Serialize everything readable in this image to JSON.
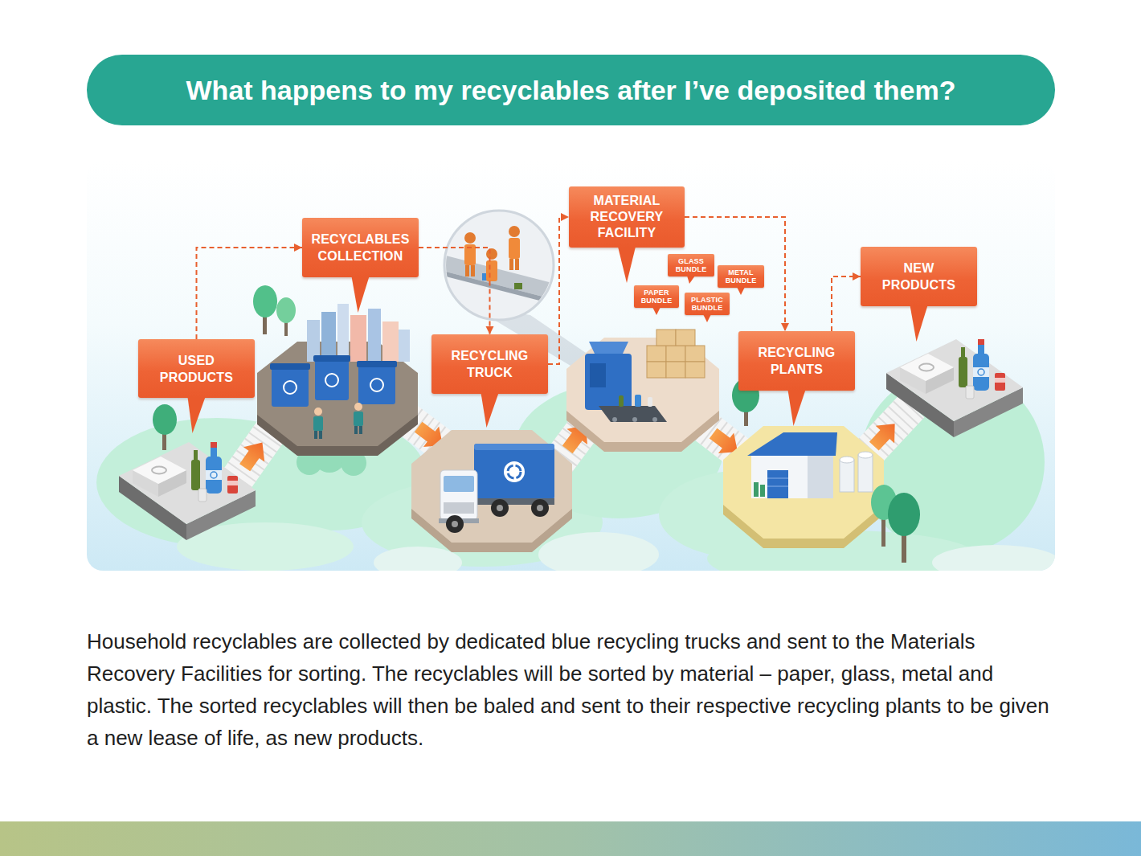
{
  "diagram": {
    "title": "What happens to my recyclables after I’ve deposited them?",
    "caption": "Household recyclables are collected by dedicated blue recycling trucks and sent to the Materials Recovery Facilities for sorting. The recyclables will be sorted by material – paper, glass, metal and plastic. The sorted recyclables will then be baled and sent to their respective recycling plants to be given a new lease of life, as new products.",
    "nodes": [
      {
        "text": [
          "USED PRODUCTS"
        ]
      },
      {
        "text": [
          "RECYCLABLES COLLECTION"
        ]
      },
      {
        "text": [
          "RECYCLING TRUCK"
        ]
      },
      {
        "text": [
          "MATERIAL RECOVERY FACILITY"
        ]
      },
      {
        "text": [
          "GLASS BUNDLE"
        ]
      },
      {
        "text": [
          "METAL BUNDLE"
        ]
      },
      {
        "text": [
          "PAPER BUNDLE"
        ]
      },
      {
        "text": [
          "PLASTIC BUNDLE"
        ]
      },
      {
        "text": [
          "RECYCLING PLANTS"
        ]
      },
      {
        "text": [
          "NEW PRODUCTS"
        ]
      }
    ],
    "edges": [
      {
        "from": 0,
        "to": 1,
        "arrow": "to"
      },
      {
        "from": 1,
        "to": 2,
        "arrow": "to"
      },
      {
        "from": 2,
        "to": 3,
        "arrow": "to"
      },
      {
        "from": 3,
        "to": 8,
        "arrow": "to"
      },
      {
        "from": 8,
        "to": 9,
        "arrow": "to"
      }
    ]
  }
}
